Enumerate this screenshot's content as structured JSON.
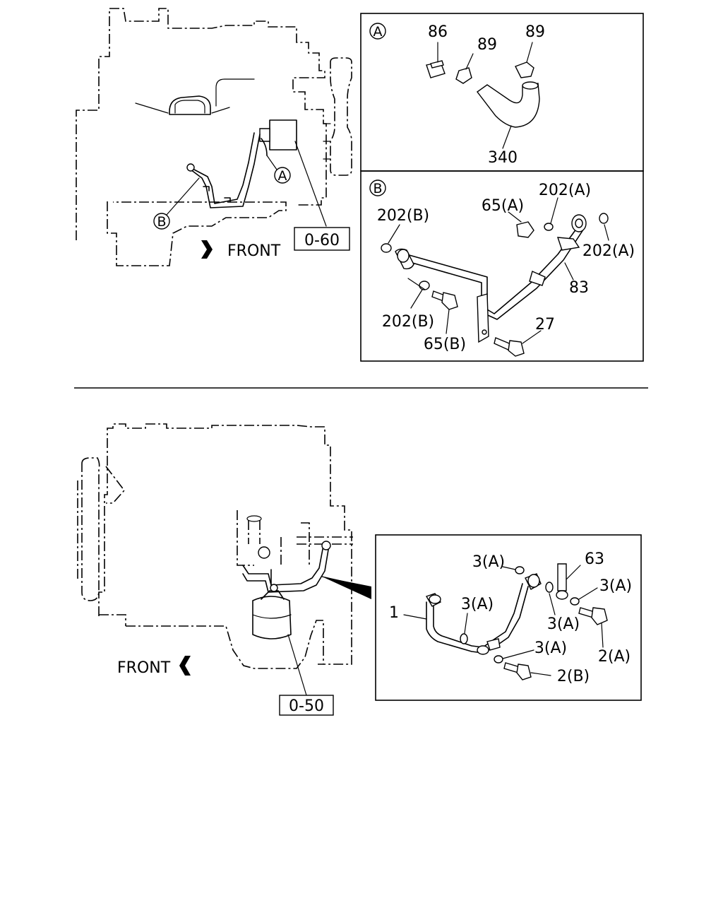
{
  "top": {
    "front_label": "FRONT",
    "ref_box": "0-60",
    "callout_a": "A",
    "callout_b": "B",
    "detail_a": {
      "letter": "A",
      "parts": [
        "86",
        "89",
        "89",
        "340"
      ]
    },
    "detail_b": {
      "letter": "B",
      "parts": [
        "202(B)",
        "65(A)",
        "202(A)",
        "202(A)",
        "83",
        "202(B)",
        "65(B)",
        "27"
      ]
    }
  },
  "bottom": {
    "front_label": "FRONT",
    "ref_box": "0-50",
    "detail": {
      "parts": [
        "3(A)",
        "63",
        "3(A)",
        "1",
        "3(A)",
        "3(A)",
        "3(A)",
        "2(A)",
        "2(B)"
      ]
    }
  }
}
